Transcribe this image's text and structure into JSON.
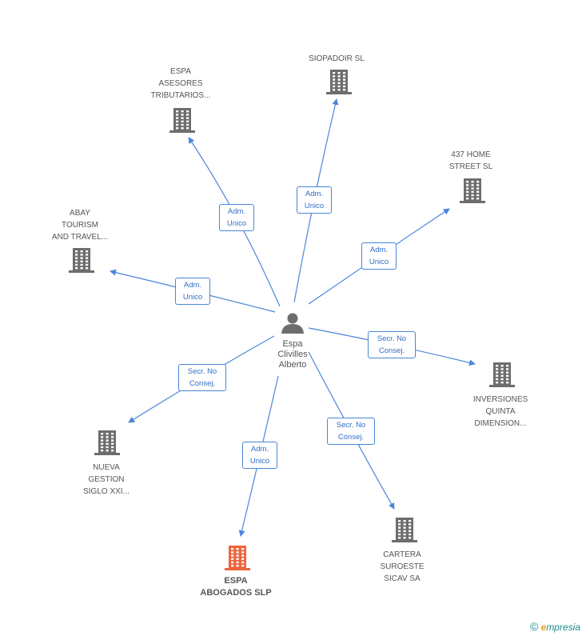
{
  "colors": {
    "edge": "#4a86d9",
    "building": "#6d6d6d",
    "building_highlight": "#f0643c",
    "person": "#6d6d6d",
    "brand_teal": "#1e8e8e",
    "brand_orange": "#e8a21e"
  },
  "center": {
    "icon": "person-icon",
    "label_lines": [
      "Espa",
      "Clivilles",
      "Alberto"
    ]
  },
  "companies": [
    {
      "id": "espa-asesores",
      "lines": [
        "ESPA",
        "ASESORES",
        "TRIBUTARIOS..."
      ],
      "relation": [
        "Adm.",
        "Unico"
      ],
      "highlight": false
    },
    {
      "id": "siopadoir",
      "lines": [
        "SIOPADOIR  SL"
      ],
      "relation": [
        "Adm.",
        "Unico"
      ],
      "highlight": false
    },
    {
      "id": "437-home",
      "lines": [
        "437 HOME",
        "STREET  SL"
      ],
      "relation": [
        "Adm.",
        "Unico"
      ],
      "highlight": false
    },
    {
      "id": "abay-tourism",
      "lines": [
        "ABAY",
        "TOURISM",
        "AND TRAVEL..."
      ],
      "relation": [
        "Adm.",
        "Unico"
      ],
      "highlight": false
    },
    {
      "id": "inversiones",
      "lines": [
        "INVERSIONES",
        "QUINTA",
        "DIMENSION..."
      ],
      "relation": [
        "Secr.  No",
        "Consej."
      ],
      "highlight": false
    },
    {
      "id": "nueva-gestion",
      "lines": [
        "NUEVA",
        "GESTION",
        "SIGLO XXI..."
      ],
      "relation": [
        "Secr.  No",
        "Consej."
      ],
      "highlight": false
    },
    {
      "id": "cartera",
      "lines": [
        "CARTERA",
        "SUROESTE",
        "SICAV SA"
      ],
      "relation": [
        "Secr.  No",
        "Consej."
      ],
      "highlight": false
    },
    {
      "id": "espa-abogados",
      "lines": [
        "ESPA",
        "ABOGADOS SLP"
      ],
      "relation": [
        "Adm.",
        "Unico"
      ],
      "highlight": true
    }
  ],
  "footer": {
    "copyright": "©",
    "brand_initial": "e",
    "brand_rest": "mpresia"
  }
}
